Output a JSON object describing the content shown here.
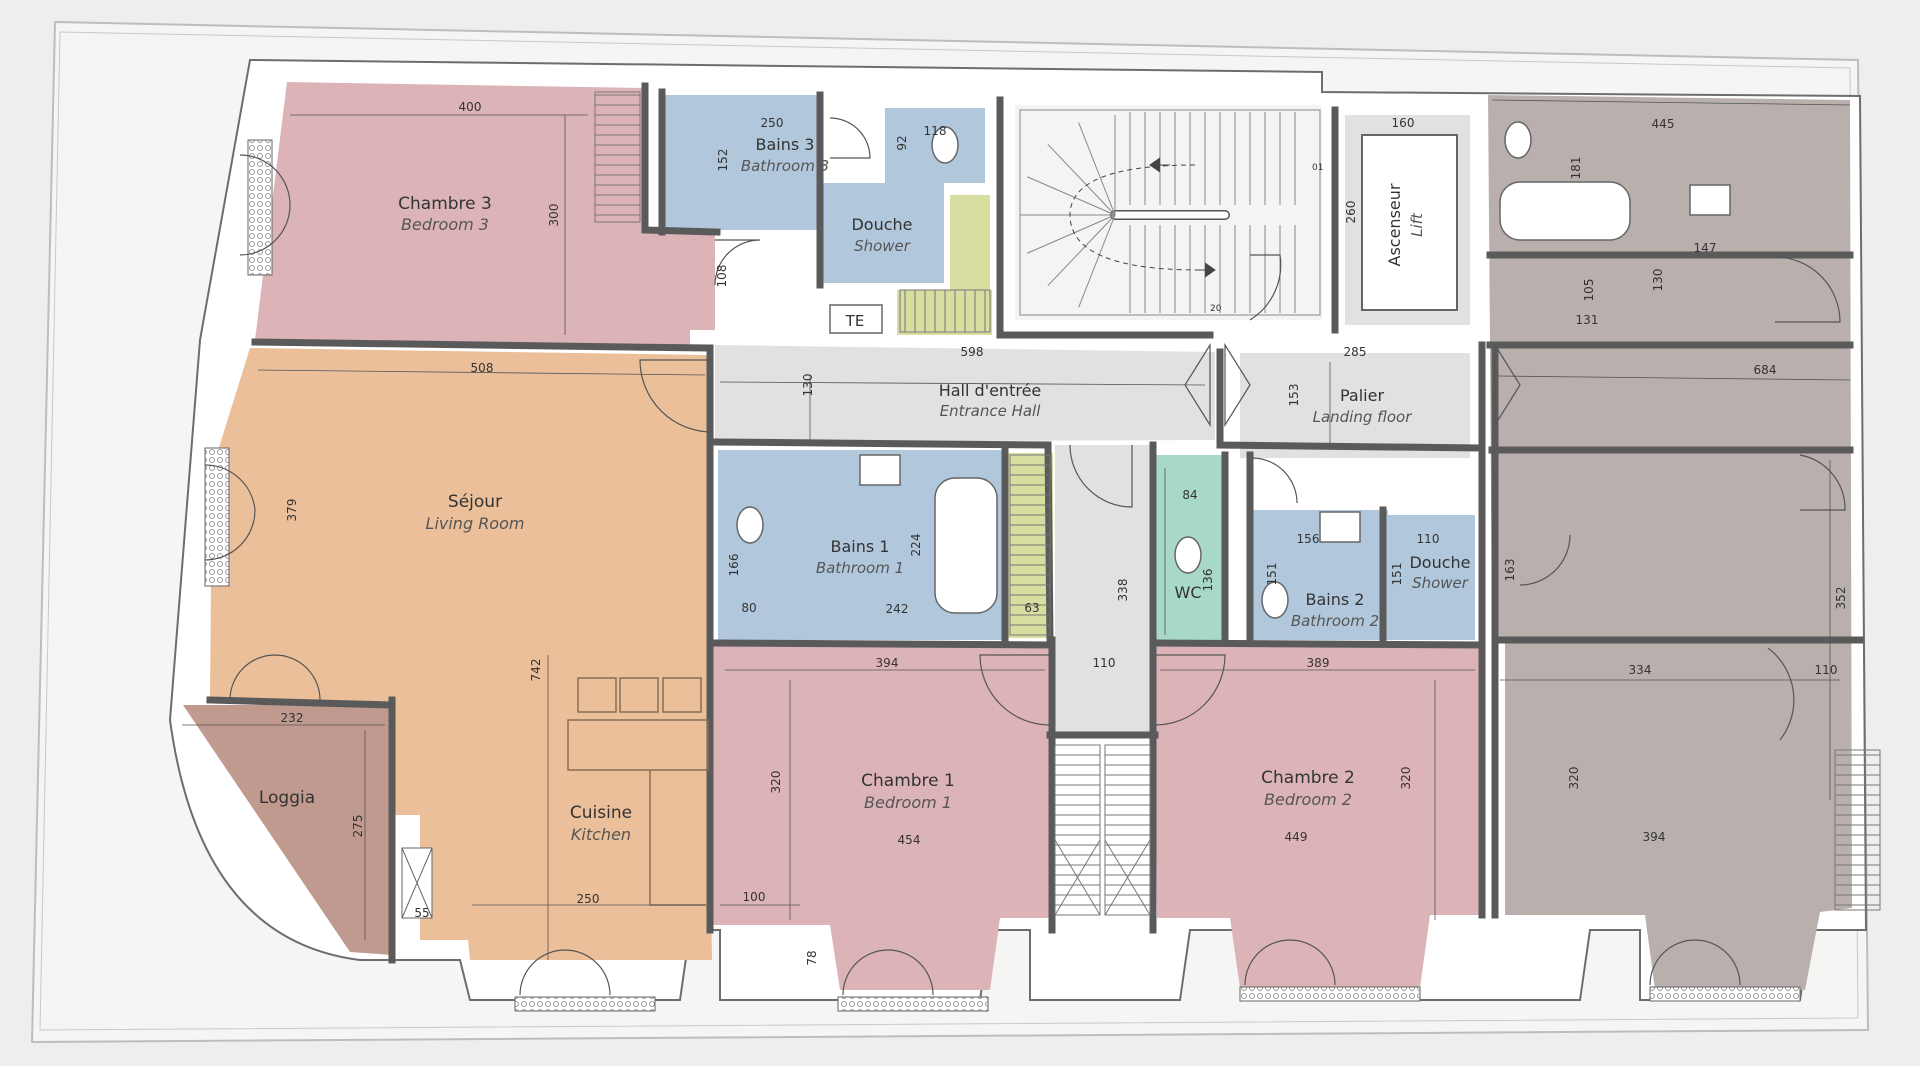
{
  "colors": {
    "paper": "#eeeeec",
    "sheet": "#f5f5f3",
    "wall": "#ffffff",
    "line": "#6d6d6d",
    "bedroom": "#dcb4b8",
    "living": "#ebbf9a",
    "bath": "#b1c8dc",
    "wc": "#a8d8c8",
    "closet": "#d7dea0",
    "hall": "#e2e1df",
    "loggia": "#c09a8e",
    "neighbor": "#b9b0ad"
  },
  "rooms": [
    {
      "id": "chambre-3",
      "fr": "Chambre 3",
      "en": "Bedroom 3"
    },
    {
      "id": "bains-3",
      "fr": "Bains 3",
      "en": "Bathroom 3"
    },
    {
      "id": "douche-top",
      "fr": "Douche",
      "en": "Shower"
    },
    {
      "id": "ascenseur",
      "fr": "Ascenseur",
      "en": "Lift"
    },
    {
      "id": "hall",
      "fr": "Hall d'entrée",
      "en": "Entrance Hall"
    },
    {
      "id": "palier",
      "fr": "Palier",
      "en": "Landing floor"
    },
    {
      "id": "sejour",
      "fr": "Séjour",
      "en": "Living Room"
    },
    {
      "id": "bains-1",
      "fr": "Bains 1",
      "en": "Bathroom 1"
    },
    {
      "id": "wc",
      "fr": "WC",
      "en": ""
    },
    {
      "id": "bains-2",
      "fr": "Bains 2",
      "en": "Bathroom 2"
    },
    {
      "id": "douche-2",
      "fr": "Douche",
      "en": "Shower"
    },
    {
      "id": "loggia",
      "fr": "Loggia",
      "en": ""
    },
    {
      "id": "cuisine",
      "fr": "Cuisine",
      "en": "Kitchen"
    },
    {
      "id": "chambre-1",
      "fr": "Chambre 1",
      "en": "Bedroom 1"
    },
    {
      "id": "chambre-2",
      "fr": "Chambre 2",
      "en": "Bedroom 2"
    }
  ],
  "fixture_labels": {
    "te": "TE"
  },
  "dimensions": [
    "400",
    "300",
    "250",
    "152",
    "92",
    "118",
    "108",
    "160",
    "260",
    "445",
    "181",
    "147",
    "130",
    "105",
    "131",
    "508",
    "598",
    "130",
    "285",
    "153",
    "684",
    "379",
    "224",
    "242",
    "166",
    "80",
    "63",
    "84",
    "136",
    "156",
    "110",
    "151",
    "151",
    "163",
    "352",
    "338",
    "394",
    "110",
    "389",
    "334",
    "110",
    "742",
    "232",
    "275",
    "55",
    "250",
    "320",
    "100",
    "78",
    "454",
    "320",
    "449",
    "320",
    "394"
  ],
  "stair_marks": [
    "01",
    "20"
  ]
}
